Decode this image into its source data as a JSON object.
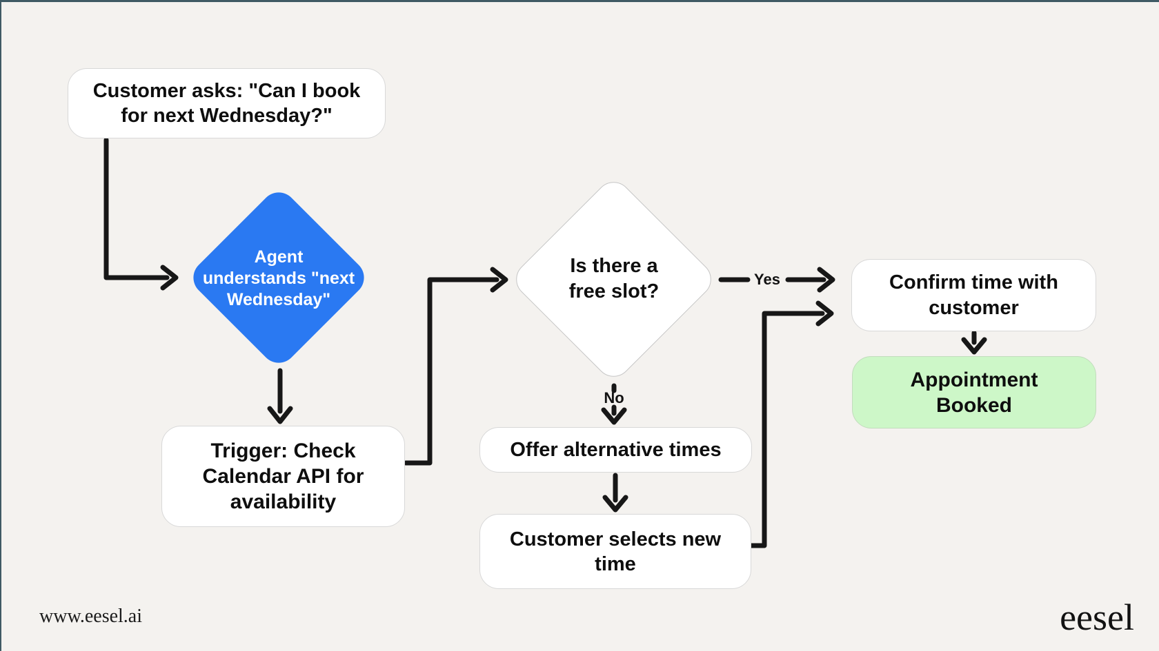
{
  "page": {
    "title": "Appointment booking flowchart",
    "colors": {
      "background": "#F4F2EF",
      "frame_border": "#3F5A64",
      "decision_fill": "#2A79F2",
      "decision_text": "#FFFFFF",
      "success_fill": "#CDF7C8",
      "node_fill": "#FFFFFF",
      "node_border": "#D8D8D8",
      "arrow": "#171717",
      "text": "#0E0E0E"
    }
  },
  "flowchart": {
    "nodes": {
      "customer_asks": {
        "shape": "rounded-rect",
        "label": "Customer asks: \"Can I book for next Wednesday?\"",
        "lines": [
          "Customer asks: \"Can I book",
          "for next Wednesday?\""
        ]
      },
      "agent_understands": {
        "shape": "diamond",
        "label": "Agent understands \"next Wednesday\"",
        "lines": [
          "Agent",
          "understands \"next",
          "Wednesday\""
        ]
      },
      "trigger_check": {
        "shape": "rounded-rect",
        "label": "Trigger: Check Calendar API for availability",
        "lines": [
          "Trigger: Check",
          "Calendar API for",
          "availability"
        ]
      },
      "free_slot": {
        "shape": "diamond",
        "label": "Is there a free slot?",
        "lines": [
          "Is there a",
          "free slot?"
        ]
      },
      "offer_alternative": {
        "shape": "rounded-rect",
        "label": "Offer alternative times",
        "lines": [
          "Offer alternative times"
        ]
      },
      "customer_selects": {
        "shape": "rounded-rect",
        "label": "Customer selects new time",
        "lines": [
          "Customer selects new",
          "time"
        ]
      },
      "confirm_time": {
        "shape": "rounded-rect",
        "label": "Confirm time with customer",
        "lines": [
          "Confirm time with",
          "customer"
        ]
      },
      "appointment_booked": {
        "shape": "rounded-rect",
        "label": "Appointment Booked",
        "lines": [
          "Appointment",
          "Booked"
        ]
      }
    },
    "edges": [
      {
        "from": "customer_asks",
        "to": "agent_understands",
        "label": ""
      },
      {
        "from": "agent_understands",
        "to": "trigger_check",
        "label": ""
      },
      {
        "from": "trigger_check",
        "to": "free_slot",
        "label": ""
      },
      {
        "from": "free_slot",
        "to": "confirm_time",
        "label": "Yes"
      },
      {
        "from": "free_slot",
        "to": "offer_alternative",
        "label": "No"
      },
      {
        "from": "offer_alternative",
        "to": "customer_selects",
        "label": ""
      },
      {
        "from": "customer_selects",
        "to": "confirm_time",
        "label": ""
      },
      {
        "from": "confirm_time",
        "to": "appointment_booked",
        "label": ""
      }
    ]
  },
  "footer": {
    "site_url": "www.eesel.ai",
    "logo_text": "eesel"
  }
}
